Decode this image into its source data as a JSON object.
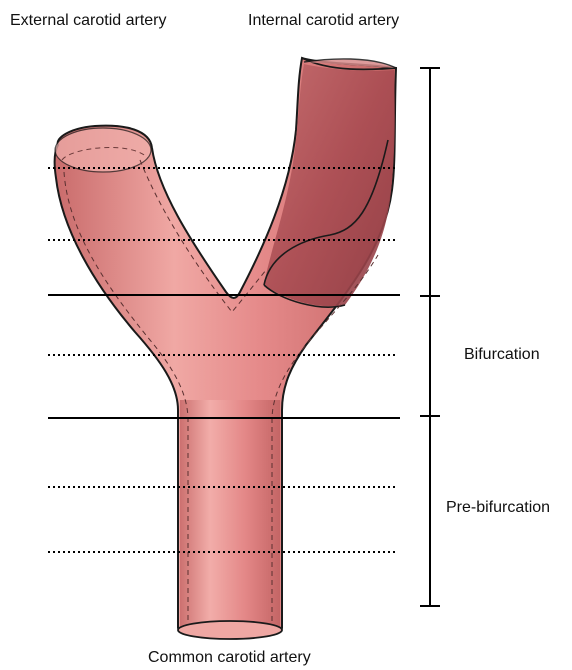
{
  "labels": {
    "external": "External carotid artery",
    "internal": "Internal carotid artery",
    "common": "Common carotid artery",
    "bifurcation": "Bifurcation",
    "pre_bifurcation": "Pre-bifurcation"
  },
  "colors": {
    "vessel_fill": "#e58a8a",
    "vessel_light": "#f2b2ae",
    "vessel_dark": "#b85c5c",
    "lumen_inner": "#a84a4f",
    "outline": "#1a1a1a",
    "line": "#000000"
  },
  "section_lines": {
    "solid": 2,
    "dotted": 5
  },
  "brackets": 3
}
